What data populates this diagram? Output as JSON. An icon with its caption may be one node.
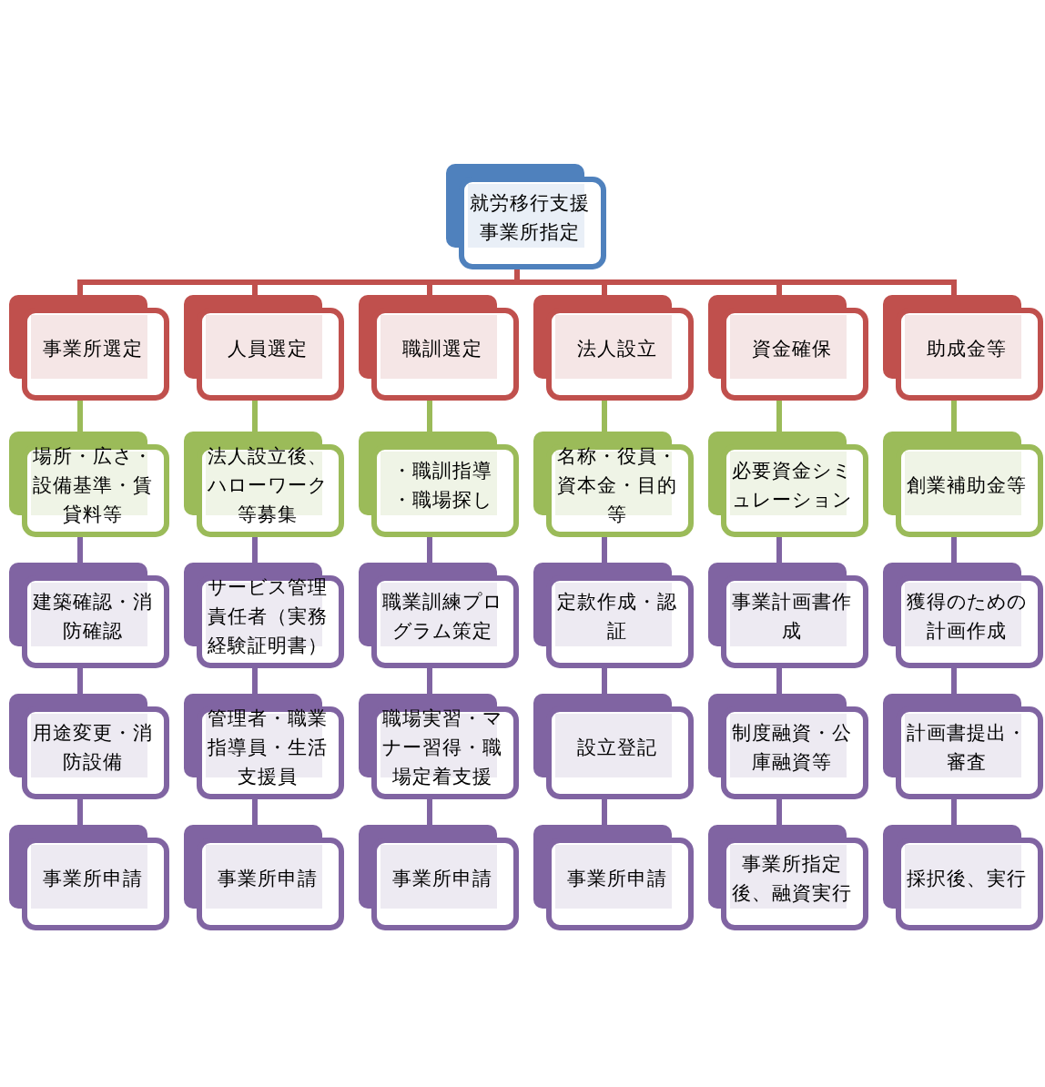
{
  "diagram": {
    "nodes": [
      {
        "text": [
          "就労移行支援事業所指定"
        ]
      },
      {
        "text": [
          "事業所選定"
        ]
      },
      {
        "text": [
          "人員選定"
        ]
      },
      {
        "text": [
          "職訓選定"
        ]
      },
      {
        "text": [
          "法人設立"
        ]
      },
      {
        "text": [
          "資金確保"
        ]
      },
      {
        "text": [
          "助成金等"
        ]
      },
      {
        "text": [
          "場所・広さ・設備基準・賃貸料等"
        ]
      },
      {
        "text": [
          "法人設立後、ハローワーク等募集"
        ]
      },
      {
        "text": [
          "・職訓指導",
          "・職場探し"
        ]
      },
      {
        "text": [
          "名称・役員・資本金・目的等"
        ]
      },
      {
        "text": [
          "必要資金シミュレーション"
        ]
      },
      {
        "text": [
          "創業補助金等"
        ]
      },
      {
        "text": [
          "建築確認・消防確認"
        ]
      },
      {
        "text": [
          "サービス管理責任者（実務経験証明書）"
        ]
      },
      {
        "text": [
          "職業訓練プログラム策定"
        ]
      },
      {
        "text": [
          "定款作成・認証"
        ]
      },
      {
        "text": [
          "事業計画書作成"
        ]
      },
      {
        "text": [
          "獲得のための計画作成"
        ]
      },
      {
        "text": [
          "用途変更・消防設備"
        ]
      },
      {
        "text": [
          "管理者・職業指導員・生活支援員"
        ]
      },
      {
        "text": [
          "職場実習・マナー習得・職場定着支援"
        ]
      },
      {
        "text": [
          "設立登記"
        ]
      },
      {
        "text": [
          "制度融資・公庫融資等"
        ]
      },
      {
        "text": [
          "計画書提出・審査"
        ]
      },
      {
        "text": [
          "事業所申請"
        ]
      },
      {
        "text": [
          "事業所申請"
        ]
      },
      {
        "text": [
          "事業所申請"
        ]
      },
      {
        "text": [
          "事業所申請"
        ]
      },
      {
        "text": [
          "事業所指定後、融資実行"
        ]
      },
      {
        "text": [
          "採択後、実行"
        ]
      }
    ],
    "edges": [
      {
        "from": 0,
        "to": 1,
        "arrow": "none",
        "color": "#c0504d"
      },
      {
        "from": 0,
        "to": 2,
        "arrow": "none",
        "color": "#c0504d"
      },
      {
        "from": 0,
        "to": 3,
        "arrow": "none",
        "color": "#c0504d"
      },
      {
        "from": 0,
        "to": 4,
        "arrow": "none",
        "color": "#c0504d"
      },
      {
        "from": 0,
        "to": 5,
        "arrow": "none",
        "color": "#c0504d"
      },
      {
        "from": 0,
        "to": 6,
        "arrow": "none",
        "color": "#c0504d"
      },
      {
        "from": 1,
        "to": 7,
        "arrow": "none",
        "color": "#9bbb59"
      },
      {
        "from": 2,
        "to": 8,
        "arrow": "none",
        "color": "#9bbb59"
      },
      {
        "from": 3,
        "to": 9,
        "arrow": "none",
        "color": "#9bbb59"
      },
      {
        "from": 4,
        "to": 10,
        "arrow": "none",
        "color": "#9bbb59"
      },
      {
        "from": 5,
        "to": 11,
        "arrow": "none",
        "color": "#9bbb59"
      },
      {
        "from": 6,
        "to": 12,
        "arrow": "none",
        "color": "#9bbb59"
      },
      {
        "from": 7,
        "to": 13,
        "arrow": "none"
      },
      {
        "from": 8,
        "to": 14,
        "arrow": "none"
      },
      {
        "from": 9,
        "to": 15,
        "arrow": "none"
      },
      {
        "from": 10,
        "to": 16,
        "arrow": "none"
      },
      {
        "from": 11,
        "to": 17,
        "arrow": "none"
      },
      {
        "from": 12,
        "to": 18,
        "arrow": "none"
      },
      {
        "from": 13,
        "to": 19,
        "arrow": "none"
      },
      {
        "from": 14,
        "to": 20,
        "arrow": "none"
      },
      {
        "from": 15,
        "to": 21,
        "arrow": "none"
      },
      {
        "from": 16,
        "to": 22,
        "arrow": "none"
      },
      {
        "from": 17,
        "to": 23,
        "arrow": "none"
      },
      {
        "from": 18,
        "to": 24,
        "arrow": "none"
      },
      {
        "from": 19,
        "to": 25,
        "arrow": "none"
      },
      {
        "from": 20,
        "to": 26,
        "arrow": "none"
      },
      {
        "from": 21,
        "to": 27,
        "arrow": "none"
      },
      {
        "from": 22,
        "to": 28,
        "arrow": "none"
      },
      {
        "from": 23,
        "to": 29,
        "arrow": "none"
      },
      {
        "from": 24,
        "to": 30,
        "arrow": "none"
      }
    ]
  }
}
